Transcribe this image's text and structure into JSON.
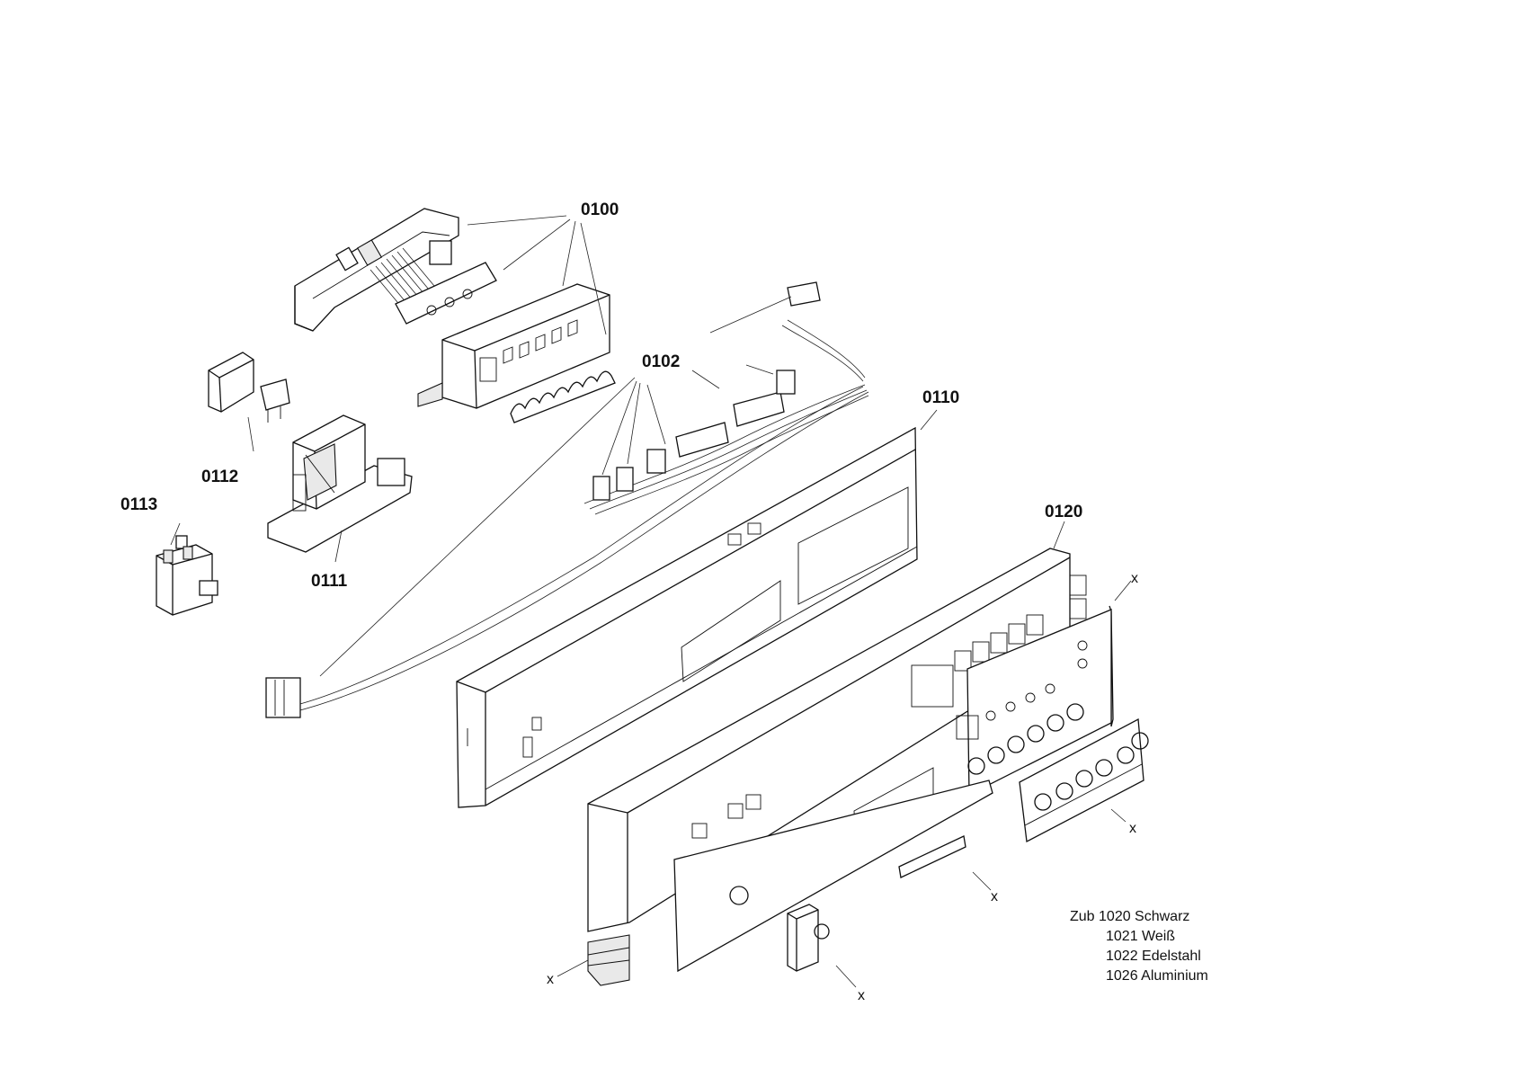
{
  "diagram": {
    "part_labels": {
      "p0100": "0100",
      "p0102": "0102",
      "p0110": "0110",
      "p0111": "0111",
      "p0112": "0112",
      "p0113": "0113",
      "p0120": "0120"
    },
    "variant_marker": "x",
    "accessory_note": {
      "line1": "Zub 1020 Schwarz",
      "line2": "1021 Weiß",
      "line3": "1022 Edelstahl",
      "line4": "1026 Aluminium"
    }
  }
}
